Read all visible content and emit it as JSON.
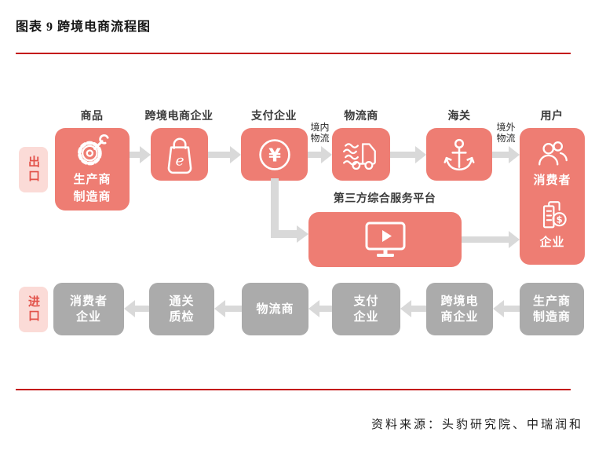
{
  "figure": {
    "title": "图表 9 跨境电商流程图",
    "source": "资料来源：头豹研究院、中瑞润和"
  },
  "colors": {
    "accent": "#ee7d73",
    "tag_bg": "#fbdbd7",
    "tag_text": "#e2524a",
    "gray": "#ababab",
    "arrow": "#d9d9d9",
    "rule": "#c41212",
    "label": "#3a3a3a"
  },
  "export_flow": {
    "tag": "出口",
    "columns": [
      {
        "label": "商品",
        "icon": "gear-wrench-icon",
        "lines": [
          "生产商",
          "制造商"
        ]
      },
      {
        "label": "跨境电商企业",
        "icon": "shopping-bag-icon"
      },
      {
        "label": "支付企业",
        "icon": "yen-coin-icon"
      },
      {
        "label": "物流商",
        "icon": "truck-icon"
      },
      {
        "label": "海关",
        "icon": "anchor-icon"
      },
      {
        "label": "用户",
        "groups": [
          {
            "icon": "consumers-icon",
            "text": "消费者"
          },
          {
            "icon": "enterprise-dollar-icon",
            "text": "企业"
          }
        ]
      }
    ],
    "domestic_logistics": [
      "境内",
      "物流"
    ],
    "overseas_logistics": [
      "境外",
      "物流"
    ]
  },
  "platform": {
    "label": "第三方综合服务平台",
    "icon": "monitor-play-icon"
  },
  "import_flow": {
    "tag": "进口",
    "boxes": [
      {
        "lines": [
          "消费者",
          "企业"
        ]
      },
      {
        "lines": [
          "通关",
          "质检"
        ]
      },
      {
        "lines": [
          "物流商"
        ]
      },
      {
        "lines": [
          "支付",
          "企业"
        ]
      },
      {
        "lines": [
          "跨境电",
          "商企业"
        ]
      },
      {
        "lines": [
          "生产商",
          "制造商"
        ]
      }
    ]
  },
  "icon_glyphs": {
    "bag_letter": "e",
    "yen": "¥",
    "dollar": "$"
  }
}
